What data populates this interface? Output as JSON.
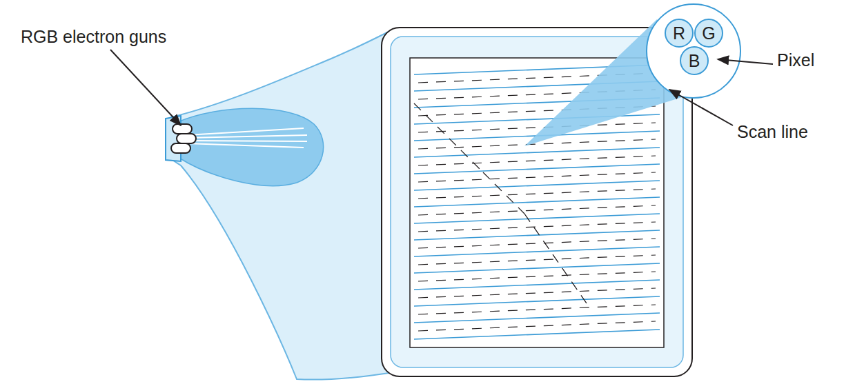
{
  "diagram": {
    "nodes": [
      {
        "text": [
          "R"
        ]
      },
      {
        "text": [
          "G"
        ]
      },
      {
        "text": [
          "B"
        ]
      }
    ],
    "labels": [
      "RGB electron guns",
      "Scan line",
      "Pixel"
    ]
  }
}
